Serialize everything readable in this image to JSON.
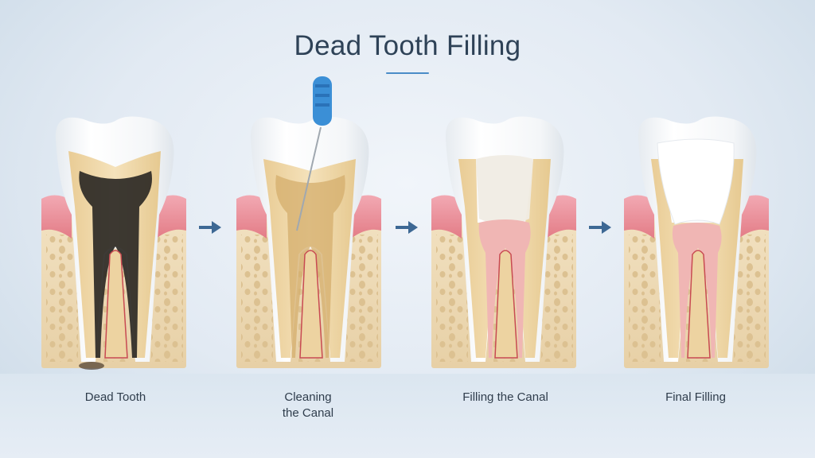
{
  "title": "Dead Tooth Filling",
  "accent_color": "#4a8cc7",
  "arrow_color": "#3d6894",
  "steps": [
    {
      "label": "Dead Tooth",
      "state": "infected-dark-pulp"
    },
    {
      "label": "Cleaning\nthe Canal",
      "state": "endodontic-file-in-canal"
    },
    {
      "label": "Filling the Canal",
      "state": "canal-filled-temporary-crown"
    },
    {
      "label": "Final Filling",
      "state": "final-white-filling"
    }
  ],
  "colors": {
    "enamel": "#f7f9fb",
    "dentin": "#ecd3a2",
    "bone": "#efdcb8",
    "gum": "#e88a8e",
    "decay": "#2d2925",
    "canal_filled": "#f0b6b4",
    "file_handle": "#3b8fd6"
  },
  "icons": [
    "arrow-right-icon",
    "arrow-right-icon",
    "arrow-right-icon"
  ]
}
